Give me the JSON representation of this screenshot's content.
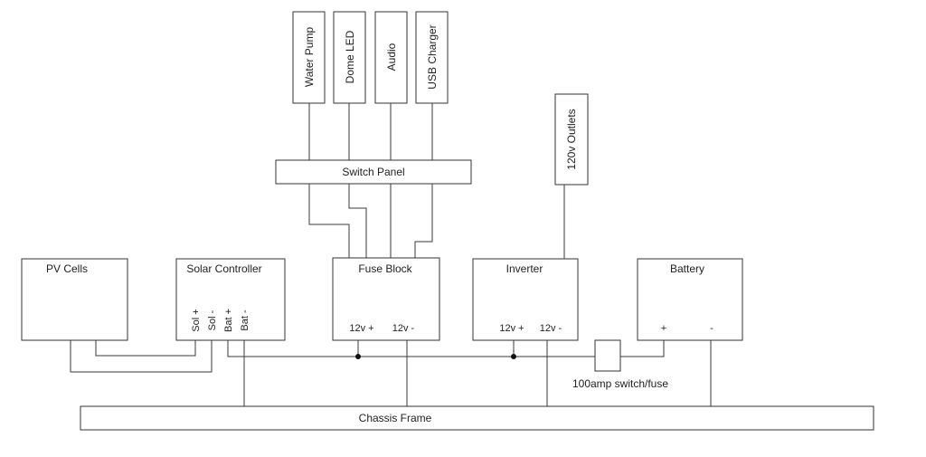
{
  "components": {
    "pv_cells": "PV Cells",
    "solar_controller": "Solar Controller",
    "fuse_block": "Fuse Block",
    "inverter": "Inverter",
    "battery": "Battery",
    "switch_panel": "Switch Panel",
    "chassis_frame": "Chassis Frame",
    "outlets": "120v Outlets",
    "switch_fuse": "100amp switch/fuse"
  },
  "loads": {
    "water_pump": "Water Pump",
    "dome_led": "Dome LED",
    "audio": "Audio",
    "usb_charger": "USB Charger"
  },
  "terminals": {
    "sol_pos": "Sol +",
    "sol_neg": "Sol -",
    "bat_pos": "Bat +",
    "bat_neg": "Bat -",
    "fuse_pos": "12v +",
    "fuse_neg": "12v -",
    "inv_pos": "12v +",
    "inv_neg": "12v -",
    "battery_pos": "+",
    "battery_neg": "-"
  }
}
